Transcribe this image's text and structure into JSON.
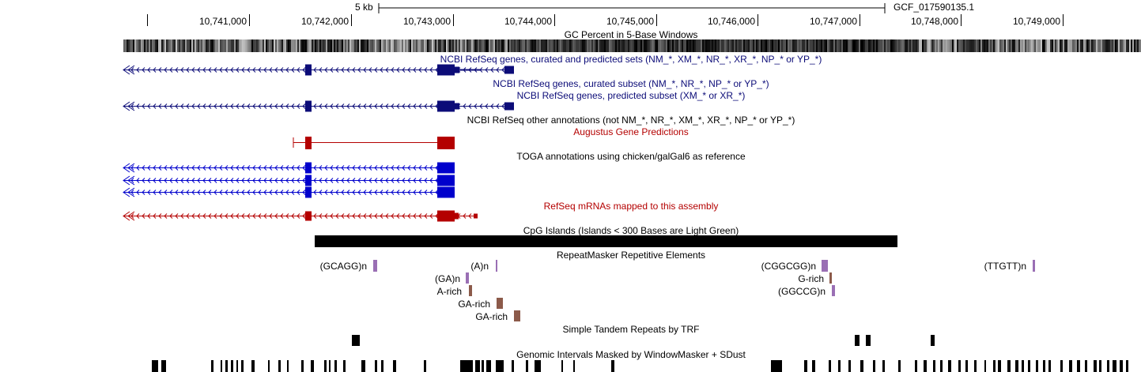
{
  "scale": {
    "label": "5 kb",
    "assembly": "GCF_017590135.1"
  },
  "ruler": {
    "ticks": [
      "10,741,000",
      "10,742,000",
      "10,743,000",
      "10,744,000",
      "10,745,000",
      "10,746,000",
      "10,747,000",
      "10,748,000",
      "10,749,000"
    ]
  },
  "tracks": {
    "gc": "GC Percent in 5-Base Windows",
    "refseq_all": "NCBI RefSeq genes, curated and predicted sets (NM_*, XM_*, NR_*, XR_*, NP_* or YP_*)",
    "refseq_curated": "NCBI RefSeq genes, curated subset (NM_*, NR_*, NP_* or YP_*)",
    "refseq_predicted": "NCBI RefSeq genes, predicted subset (XM_* or XR_*)",
    "refseq_other": "NCBI RefSeq other annotations (not NM_*, NR_*, XM_*, XR_*, NP_* or YP_*)",
    "augustus": "Augustus Gene Predictions",
    "toga": "TOGA annotations using chicken/galGal6 as reference",
    "refseq_mrna": "RefSeq mRNAs mapped to this assembly",
    "cpg": "CpG Islands (Islands < 300 Bases are Light Green)",
    "repeatmasker": "RepeatMasker Repetitive Elements",
    "trf": "Simple Tandem Repeats by TRF",
    "windowmasker": "Genomic Intervals Masked by WindowMasker + SDust"
  },
  "repeats": [
    "(GCAGG)n",
    "(A)n",
    "(CGGCGG)n",
    "(TTGTT)n",
    "(GA)n",
    "G-rich",
    "A-rich",
    "(GGCCG)n",
    "GA-rich",
    "GA-rich"
  ],
  "colors": {
    "refseq": "#0c0c78",
    "augustus": "#b40000",
    "toga": "#0000cc",
    "mrna": "#b40000",
    "repeat_simple": "#9a6fb4",
    "repeat_lowcomplex": "#8c5a4a",
    "black": "#000000"
  }
}
